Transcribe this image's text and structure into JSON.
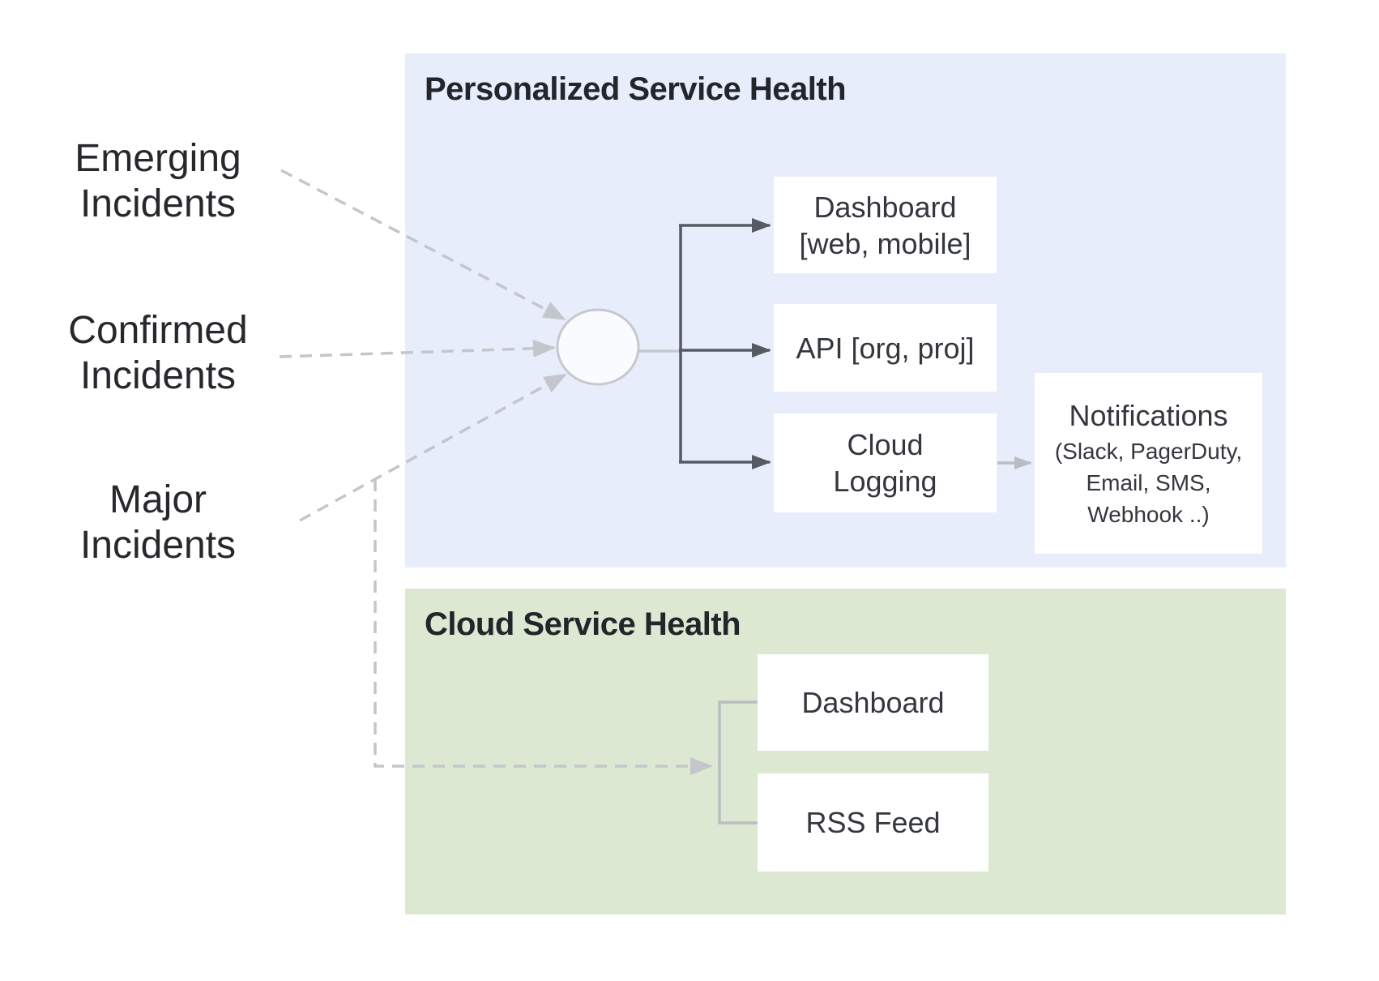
{
  "left_labels": {
    "emerging": {
      "line1": "Emerging",
      "line2": "Incidents"
    },
    "confirmed": {
      "line1": "Confirmed",
      "line2": "Incidents"
    },
    "major": {
      "line1": "Major",
      "line2": "Incidents"
    }
  },
  "personalized_panel": {
    "title": "Personalized Service Health",
    "boxes": {
      "dashboard": {
        "line1": "Dashboard",
        "line2": "[web, mobile]"
      },
      "api": {
        "label": "API [org, proj]"
      },
      "cloud_logging": {
        "line1": "Cloud",
        "line2": "Logging"
      },
      "notifications": {
        "title": "Notifications",
        "sub1": "(Slack, PagerDuty,",
        "sub2": "Email, SMS,",
        "sub3": "Webhook ..)"
      }
    }
  },
  "cloud_panel": {
    "title": "Cloud Service Health",
    "boxes": {
      "dashboard": {
        "label": "Dashboard"
      },
      "rss": {
        "label": "RSS Feed"
      }
    }
  },
  "colors": {
    "background": "#ffffff",
    "personalized_panel_bg": "#e8edfb",
    "cloud_panel_bg": "#dde8d2",
    "node_bg": "#ffffff",
    "title_text": "#22252a",
    "label_text": "#26282c",
    "node_text": "#34373d",
    "solid_connector": "#565b63",
    "light_connector": "#c5c8cd",
    "gray_connector": "#b9bdc3",
    "dashed_connector": "#c3c6cb",
    "hub_fill": "#fafbfe"
  }
}
